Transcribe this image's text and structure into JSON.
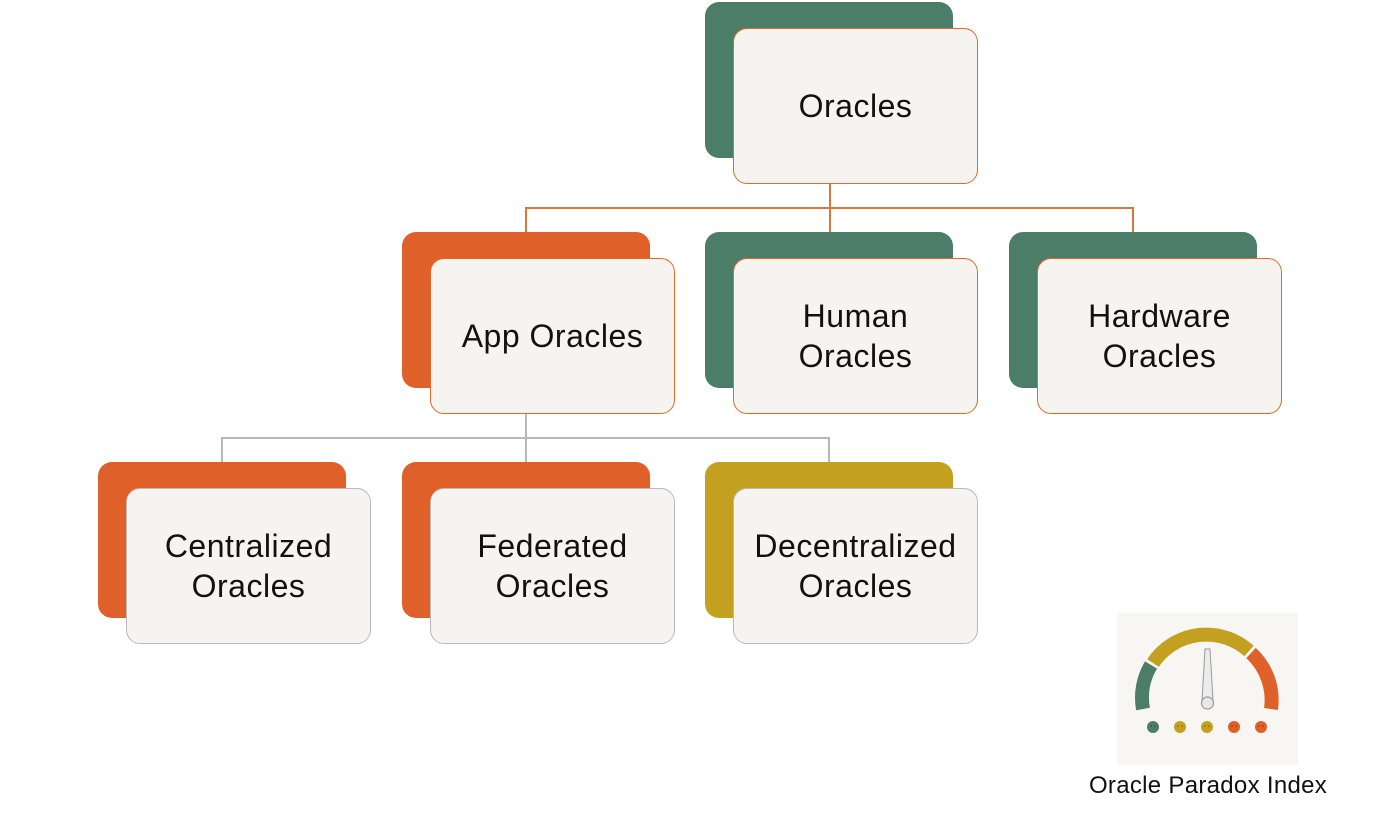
{
  "diagram": {
    "root": {
      "label": "Oracles",
      "accent": "#4b7d69"
    },
    "level1": [
      {
        "label": "App Oracles",
        "accent": "#e0602a"
      },
      {
        "label": "Human\nOracles",
        "accent": "#4b7d69"
      },
      {
        "label": "Hardware\nOracles",
        "accent": "#4b7d69"
      }
    ],
    "level2": [
      {
        "label": "Centralized\nOracles",
        "accent": "#e0602a"
      },
      {
        "label": "Federated\nOracles",
        "accent": "#e0602a"
      },
      {
        "label": "Decentralized\nOracles",
        "accent": "#c4a020"
      }
    ]
  },
  "gauge": {
    "caption": "Oracle Paradox Index",
    "colors": {
      "green": "#4b7d69",
      "gold": "#c4a020",
      "orange": "#e0602a"
    },
    "indicator_faces": [
      "green-face-icon",
      "gold-face-icon",
      "gold-face-icon",
      "orange-face-icon",
      "orange-face-icon"
    ]
  }
}
